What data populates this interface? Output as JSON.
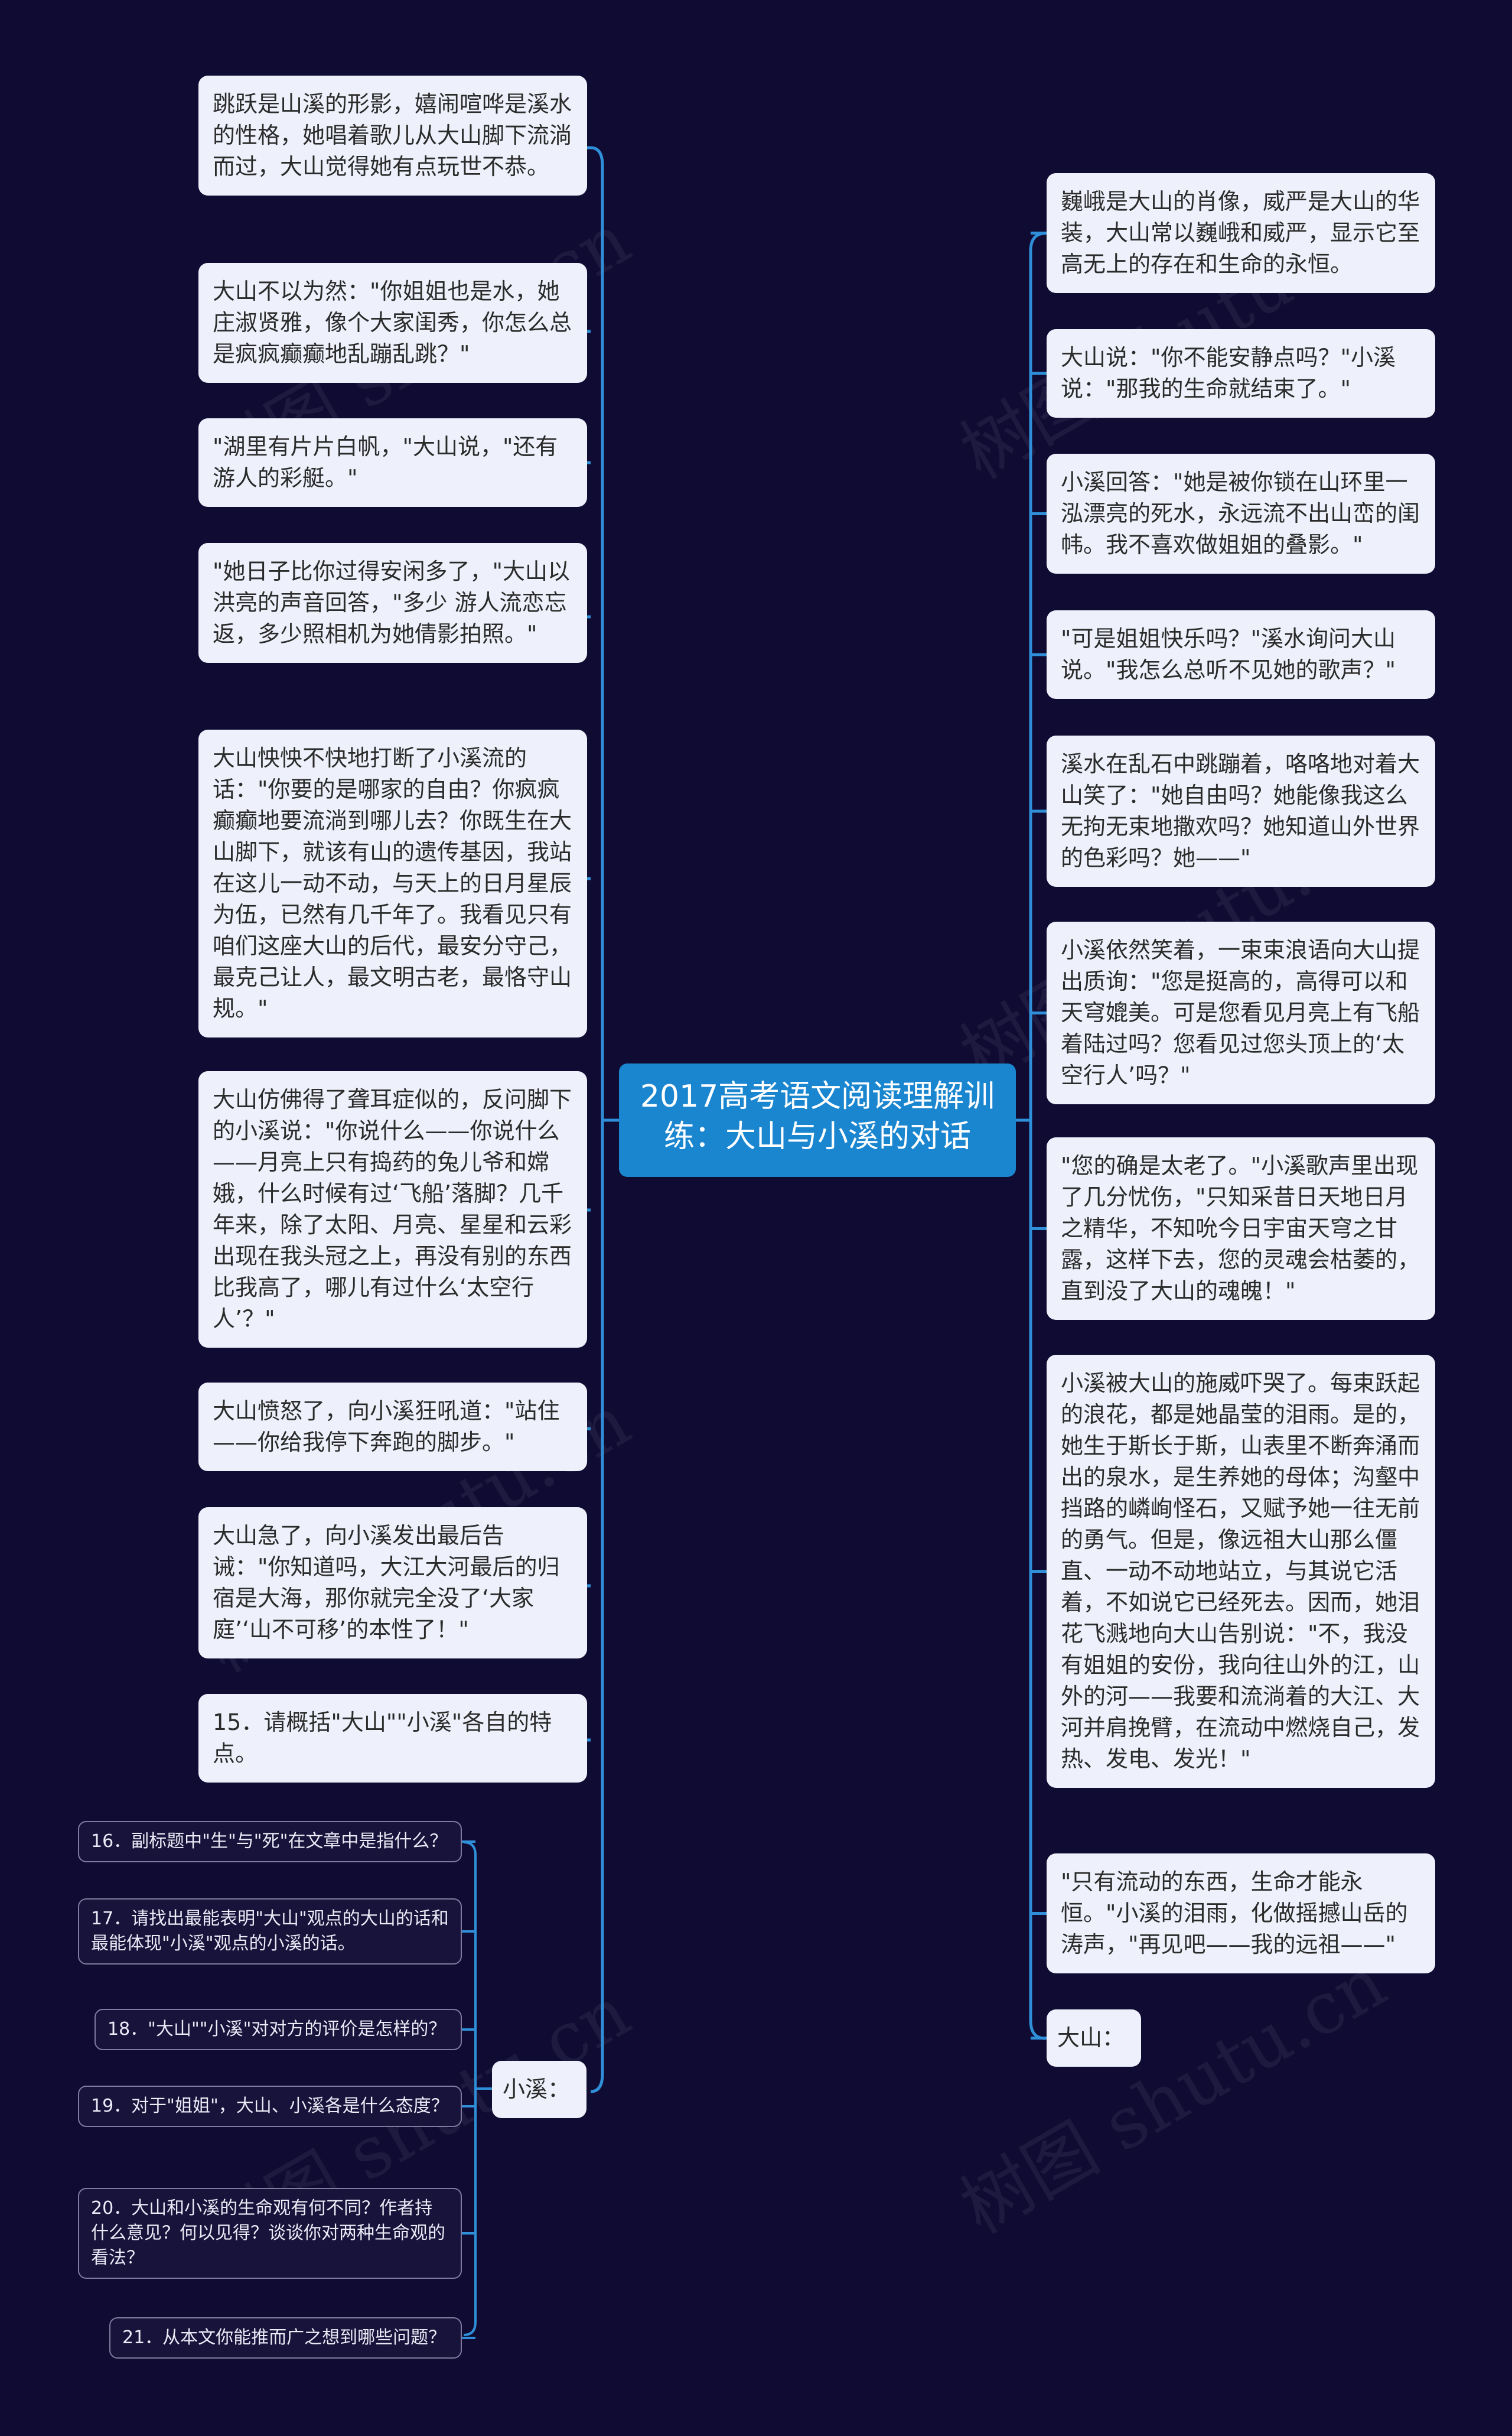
{
  "center": {
    "title": "2017高考语文阅读理解训练：大山与小溪的对话"
  },
  "left_nodes": [
    "跳跃是山溪的形影，嬉闹喧哗是溪水的性格，她唱着歌儿从大山脚下流淌而过，大山觉得她有点玩世不恭。",
    "大山不以为然：\"你姐姐也是水，她庄淑贤雅，像个大家闺秀，你怎么总是疯疯癫癫地乱蹦乱跳？\"",
    "\"湖里有片片白帆，\"大山说，\"还有游人的彩艇。\"",
    "\"她日子比你过得安闲多了，\"大山以洪亮的声音回答，\"多少 游人流恋忘返，多少照相机为她倩影拍照。\"",
    "大山怏怏不快地打断了小溪流的话：\"你要的是哪家的自由？你疯疯癫癫地要流淌到哪儿去？你既生在大山脚下，就该有山的遗传基因，我站在这儿一动不动，与天上的日月星辰为伍，已然有几千年了。我看见只有咱们这座大山的后代，最安分守己，最克己让人，最文明古老，最恪守山规。\"",
    "大山仿佛得了聋耳症似的，反问脚下的小溪说：\"你说什么——你说什么——月亮上只有捣药的兔儿爷和嫦娥，什么时候有过‘飞船’落脚？几千年来，除了太阳、月亮、星星和云彩出现在我头冠之上，再没有别的东西比我高了，哪儿有过什么‘太空行人’？\"",
    "大山愤怒了，向小溪狂吼道：\"站住——你给我停下奔跑的脚步。\"",
    "大山急了，向小溪发出最后告诫：\"你知道吗，大江大河最后的归宿是大海，那你就完全没了‘大家庭’‘山不可移’的本性了！\"",
    "15．请概括\"大山\"\"小溪\"各自的特点。"
  ],
  "xiaoxi_label": "小溪：",
  "questions": [
    "16．副标题中\"生\"与\"死\"在文章中是指什么？",
    "17．请找出最能表明\"大山\"观点的大山的话和最能体现\"小溪\"观点的小溪的话。",
    "18．\"大山\"\"小溪\"对对方的评价是怎样的？",
    "19．对于\"姐姐\"，大山、小溪各是什么态度？",
    "20．大山和小溪的生命观有何不同？作者持什么意见？何以见得？谈谈你对两种生命观的看法？",
    "21．从本文你能推而广之想到哪些问题？"
  ],
  "right_nodes": [
    "巍峨是大山的肖像，威严是大山的华装，大山常以巍峨和威严，显示它至高无上的存在和生命的永恒。",
    "大山说：\"你不能安静点吗？\"小溪说：\"那我的生命就结束了。\"",
    "小溪回答：\"她是被你锁在山环里一泓漂亮的死水，永远流不出山峦的闺帏。我不喜欢做姐姐的叠影。\"",
    "\"可是姐姐快乐吗？\"溪水询问大山说。\"我怎么总听不见她的歌声？\"",
    "溪水在乱石中跳蹦着，咯咯地对着大山笑了：\"她自由吗？她能像我这么无拘无束地撒欢吗？她知道山外世界的色彩吗？她——\"",
    "小溪依然笑着，一束束浪语向大山提出质询：\"您是挺高的，高得可以和天穹媲美。可是您看见月亮上有飞船着陆过吗？您看见过您头顶上的‘太空行人’吗？\"",
    "\"您的确是太老了。\"小溪歌声里出现了几分忧伤，\"只知采昔日天地日月之精华，不知吮今日宇宙天穹之甘露，这样下去，您的灵魂会枯萎的，直到没了大山的魂魄！\"",
    "小溪被大山的施威吓哭了。每束跃起的浪花，都是她晶莹的泪雨。是的，她生于斯长于斯，山表里不断奔涌而出的泉水，是生养她的母体；沟壑中挡路的嶙峋怪石，又赋予她一往无前的勇气。但是，像远祖大山那么僵直、一动不动地站立，与其说它活着，不如说它已经死去。因而，她泪花飞溅地向大山告别说：\"不，我没有姐姐的安份，我向往山外的江，山外的河——我要和流淌着的大江、大河并肩挽臂，在流动中燃烧自己，发热、发电、发光！\"",
    "\"只有流动的东西，生命才能永恒。\"小溪的泪雨，化做摇撼山岳的涛声，\"再见吧——我的远祖——\""
  ],
  "dashan_label": "大山：",
  "watermark": "树图 shutu.cn",
  "colors": {
    "background": "#0f0b33",
    "center": "#1b86d0",
    "link": "#2f8fd8",
    "node": "#eef1fb"
  }
}
